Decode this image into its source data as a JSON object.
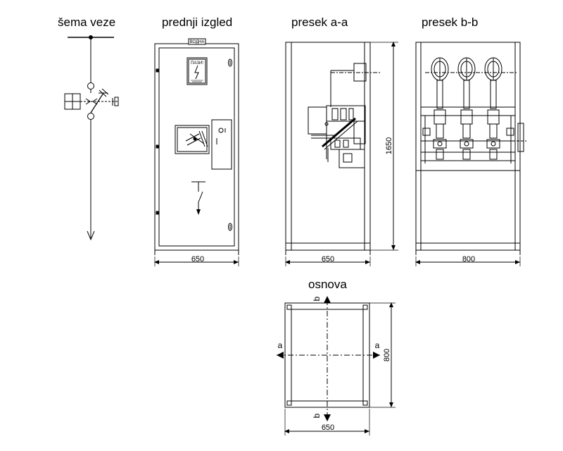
{
  "titles": {
    "sema": "šema veze",
    "front": "prednji izgled",
    "section_a": "presek a-a",
    "section_b": "presek b-b",
    "plan": "osnova"
  },
  "dimensions": {
    "front_width": "650",
    "section_a_width": "650",
    "section_a_height": "1650",
    "section_b_width": "800",
    "plan_width": "650",
    "plan_depth": "800"
  },
  "labels": {
    "door_label": "ВОДНА",
    "warning_title": "ПАЗИ!",
    "section_mark_a": "a",
    "section_mark_b": "b"
  }
}
